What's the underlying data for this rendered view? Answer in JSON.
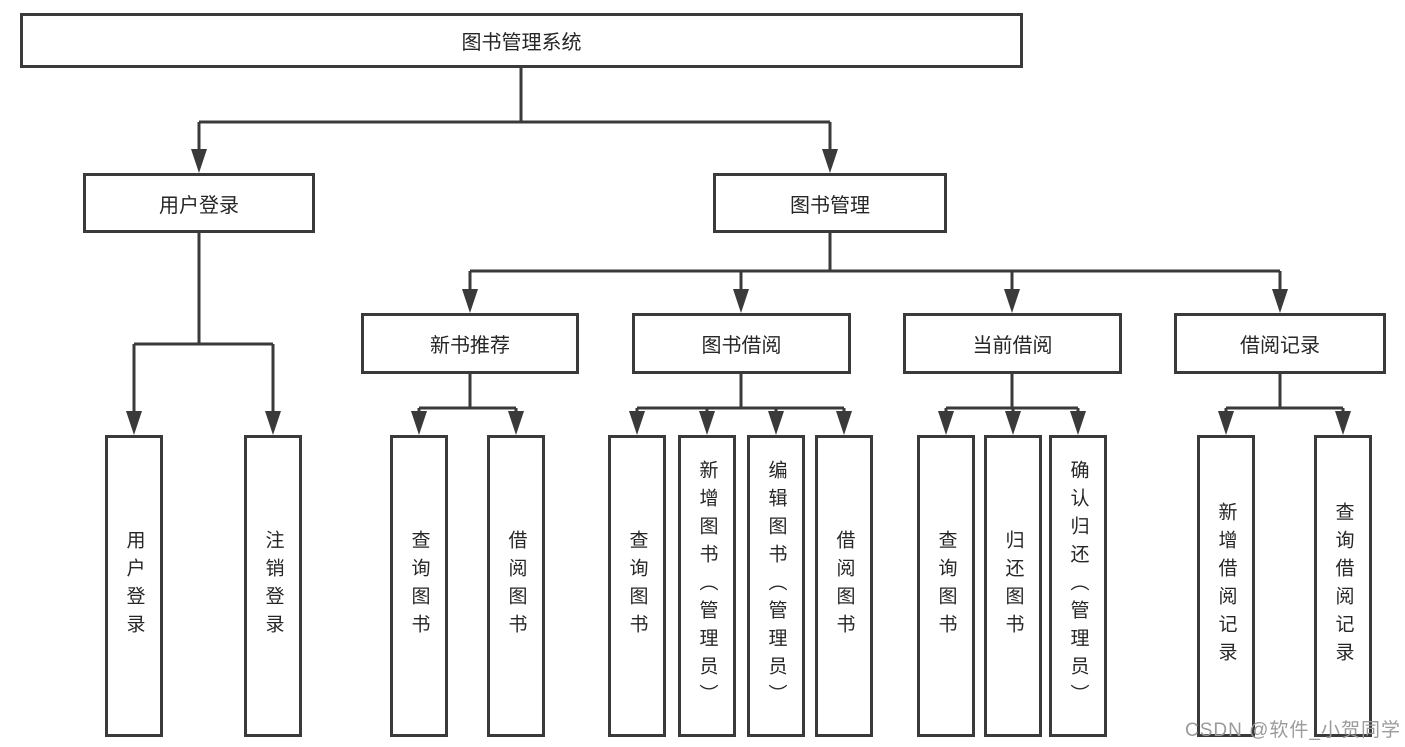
{
  "tree": {
    "root": {
      "label": "图书管理系统"
    },
    "branches": [
      {
        "label": "用户登录",
        "children": [
          {
            "label": "用户登录"
          },
          {
            "label": "注销登录"
          }
        ]
      },
      {
        "label": "图书管理",
        "children": [
          {
            "label": "新书推荐",
            "children": [
              {
                "label": "查询图书"
              },
              {
                "label": "借阅图书"
              }
            ]
          },
          {
            "label": "图书借阅",
            "children": [
              {
                "label": "查询图书"
              },
              {
                "label": "新增图书（管理员）"
              },
              {
                "label": "编辑图书（管理员）"
              },
              {
                "label": "借阅图书"
              }
            ]
          },
          {
            "label": "当前借阅",
            "children": [
              {
                "label": "查询图书"
              },
              {
                "label": "归还图书"
              },
              {
                "label": "确认归还（管理员）"
              }
            ]
          },
          {
            "label": "借阅记录",
            "children": [
              {
                "label": "新增借阅记录"
              },
              {
                "label": "查询借阅记录"
              }
            ]
          }
        ]
      }
    ]
  },
  "watermark": {
    "text": "CSDN @软件_小贺同学"
  },
  "colors": {
    "line": "#3a3a3a",
    "box_border": "#3a3a3a",
    "box_fill": "#ffffff",
    "text": "#262626",
    "watermark": "#9b9b9b",
    "background": "#ffffff"
  }
}
